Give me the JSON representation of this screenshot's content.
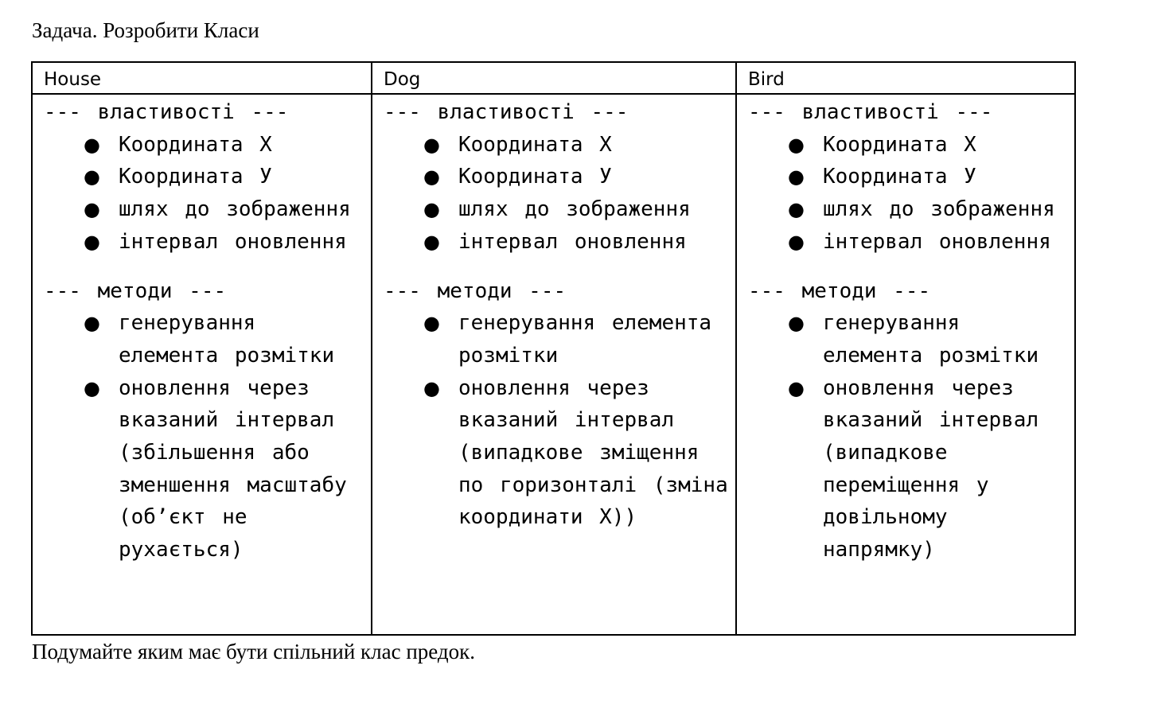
{
  "task_title": "Задача. Розробити Класи",
  "columns": [
    {
      "class_name": "House",
      "properties_header": "--- властивості ---",
      "properties": [
        "Координата Х",
        "Координата У",
        "шлях до зображення",
        "інтервал оновлення"
      ],
      "methods_header": "--- методи ---",
      "methods": [
        "генерування елемента розмітки",
        "оновлення через вказаний інтервал (збільшення або зменшення масштабу (об’єкт не рухається)"
      ]
    },
    {
      "class_name": "Dog",
      "properties_header": "--- властивості ---",
      "properties": [
        "Координата Х",
        "Координата У",
        "шлях до зображення",
        "інтервал оновлення"
      ],
      "methods_header": "--- методи ---",
      "methods": [
        "генерування елемента розмітки",
        "оновлення через вказаний інтервал (випадкове зміщення по горизонталі (зміна координати Х))"
      ]
    },
    {
      "class_name": "Bird",
      "properties_header": "--- властивості ---",
      "properties": [
        "Координата Х",
        "Координата У",
        "шлях до зображення",
        "інтервал оновлення"
      ],
      "methods_header": "--- методи ---",
      "methods": [
        "генерування елемента розмітки",
        "оновлення через вказаний інтервал (випадкове переміщення у довільному напрямку)"
      ]
    }
  ],
  "footer_note": "Подумайте яким має бути спільний клас предок."
}
